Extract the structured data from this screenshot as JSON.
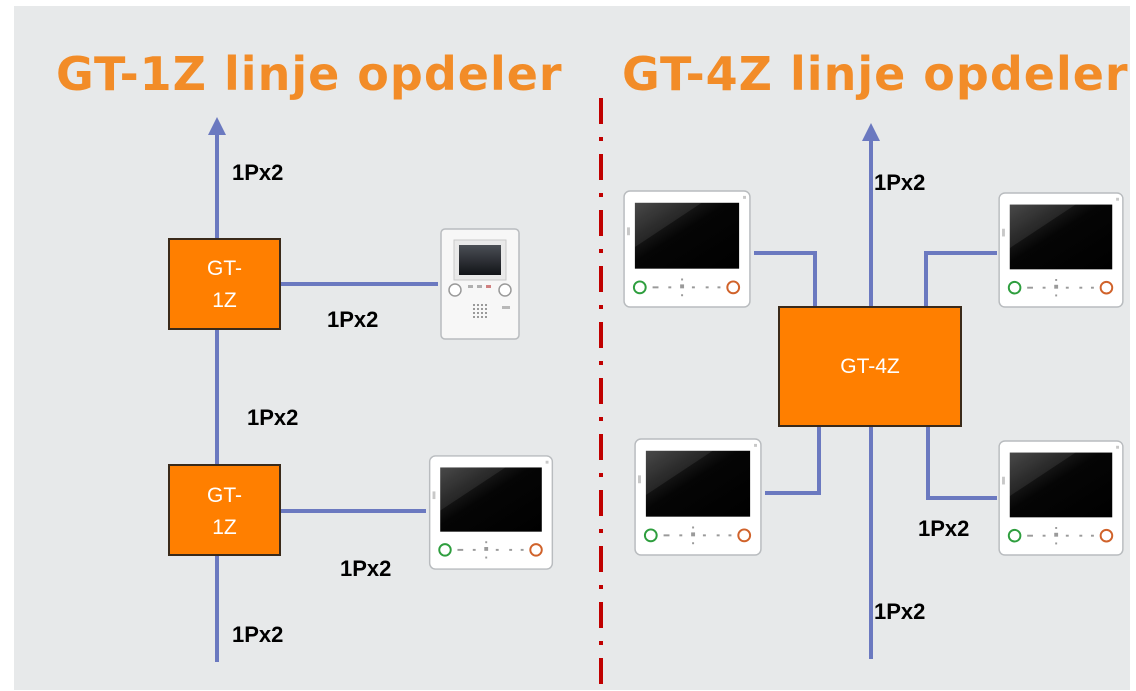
{
  "titles": {
    "left": "GT-1Z linje opdeler",
    "right": "GT-4Z linje opdeler"
  },
  "boxes": {
    "gt1z_top": [
      "GT-",
      "1Z"
    ],
    "gt1z_bottom": [
      "GT-",
      "1Z"
    ],
    "gt4z": "GT-4Z"
  },
  "cable_labels": {
    "left_riser_top": "1Px2",
    "left_branch_top": "1Px2",
    "left_riser_middle": "1Px2",
    "left_branch_bottom": "1Px2",
    "left_riser_bottom": "1Px2",
    "right_riser_top": "1Px2",
    "right_branch_bottom_right": "1Px2",
    "right_riser_bottom": "1Px2"
  },
  "colors": {
    "title": "#f28c28",
    "box_fill": "#ff7f00",
    "wire": "#6b79c0",
    "divider": "#c00000",
    "panel_bg": "#e7e9ea"
  }
}
